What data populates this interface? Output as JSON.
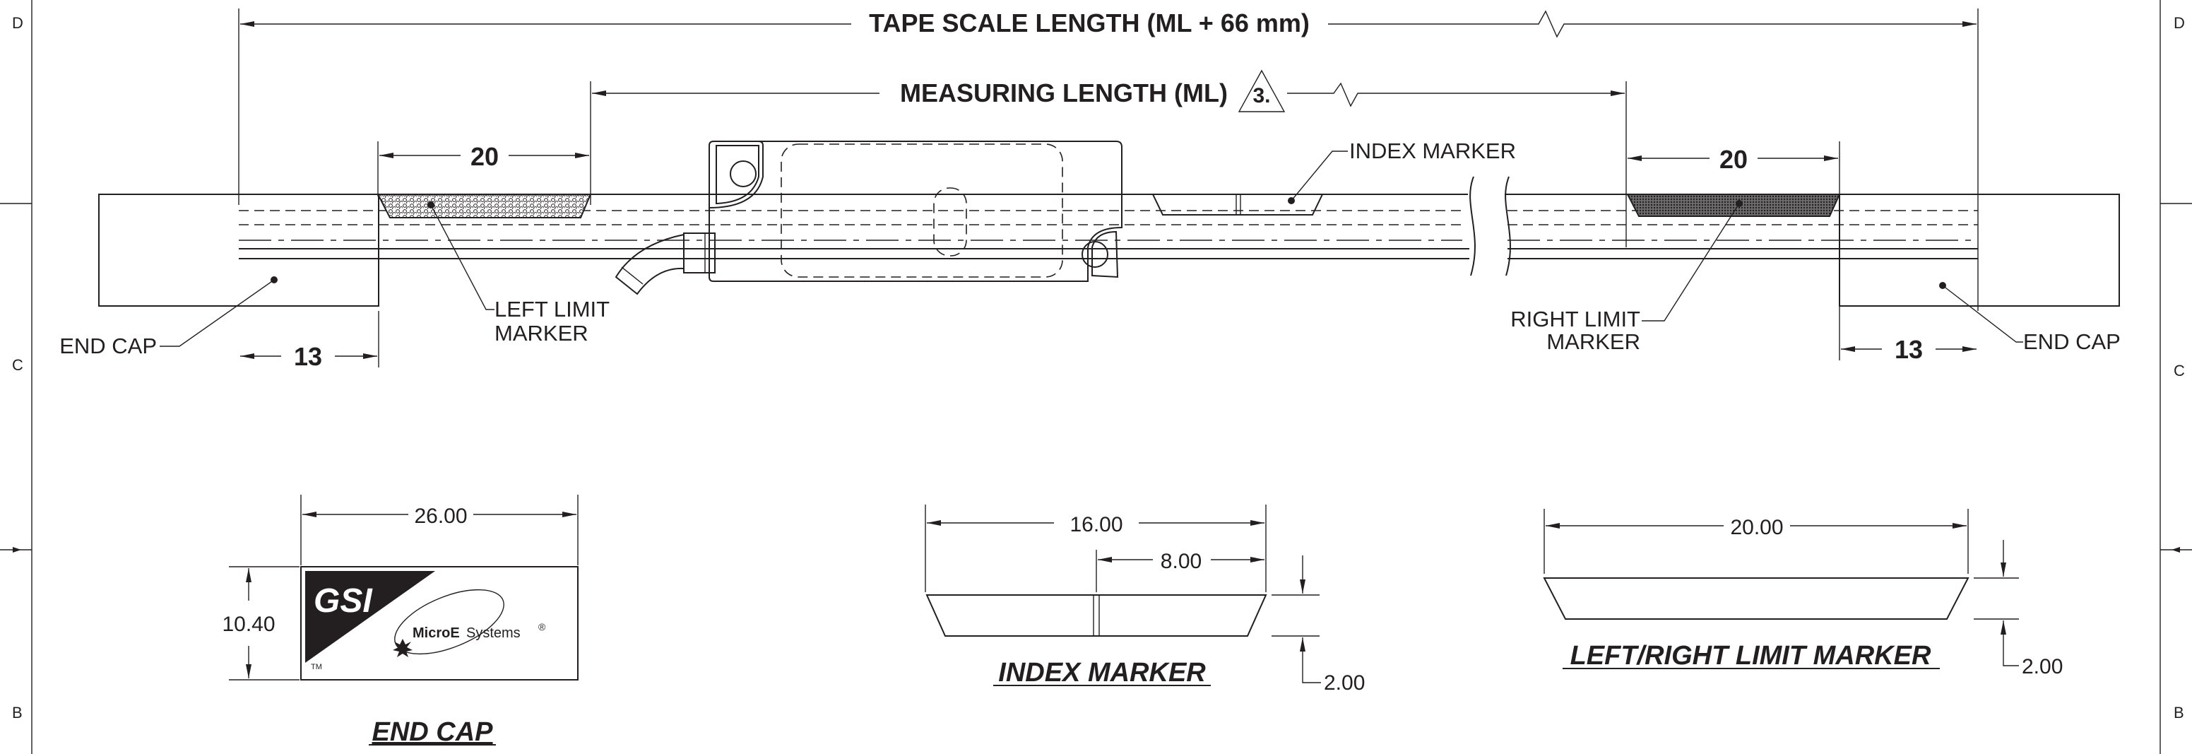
{
  "zones": {
    "d": "D",
    "c": "C",
    "b": "B"
  },
  "dims": {
    "tape_scale_length": "TAPE SCALE LENGTH (ML + 66 mm)",
    "measuring_length": "MEASURING LENGTH (ML)",
    "note_number": "3.",
    "left_marker_width": "20",
    "right_marker_width": "20",
    "left_end_cap": "13",
    "right_end_cap": "13",
    "end_cap_width": "26.00",
    "end_cap_height": "10.40",
    "index_width": "16.00",
    "index_half": "8.00",
    "index_thickness": "2.00",
    "limit_width": "20.00",
    "limit_thickness": "2.00"
  },
  "labels": {
    "index_marker": "INDEX MARKER",
    "left_limit_1": "LEFT LIMIT",
    "left_limit_2": "MARKER",
    "right_limit_1": "RIGHT LIMIT",
    "right_limit_2": "MARKER",
    "end_cap_left": "END CAP",
    "end_cap_right": "END CAP"
  },
  "titles": {
    "end_cap": "END CAP",
    "index_marker": "INDEX MARKER",
    "limit_marker": "LEFT/RIGHT LIMIT MARKER"
  },
  "logo": {
    "gsi": "GSI",
    "microe": "MicroE",
    "systems": "Systems",
    "registered": "®",
    "tm": "TM"
  },
  "colors": {
    "line": "#231f20",
    "background": "#ffffff"
  }
}
